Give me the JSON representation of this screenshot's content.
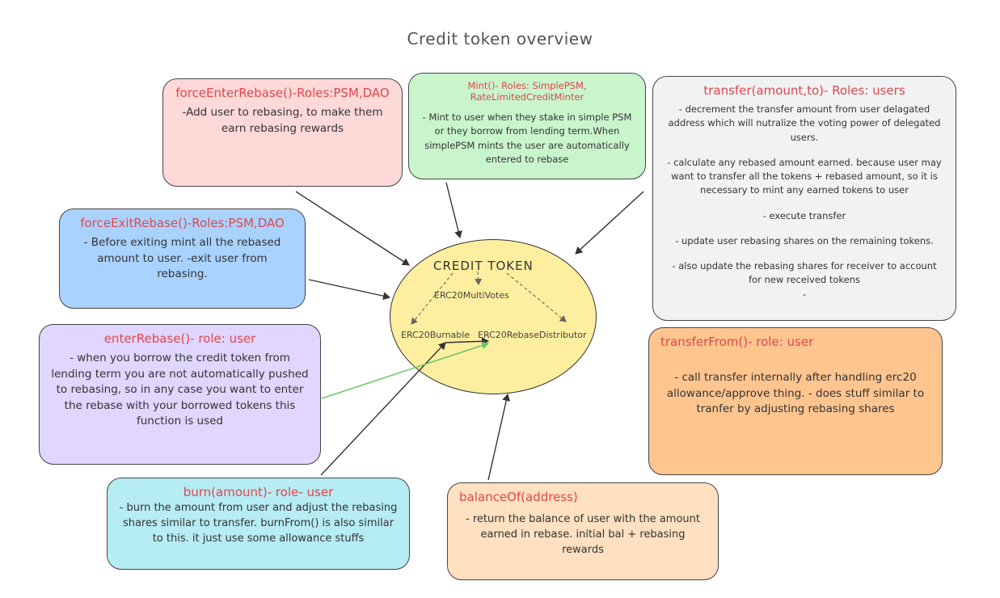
{
  "title": "Credit token overview",
  "boxes": {
    "force_enter": {
      "head": "forceEnterRebase()-Roles:PSM,DAO",
      "body": "-Add user to rebasing, to make them earn rebasing rewards"
    },
    "mint": {
      "head": "Mint()- Roles: SimplePSM, RateLimitedCreditMinter",
      "body": "- Mint to user when they stake in simple PSM or they borrow from lending term.When simplePSM mints the user are automatically entered to rebase"
    },
    "transfer": {
      "head": "transfer(amount,to)- Roles: users",
      "p1": "- decrement the transfer amount from user delagated address which will nutralize the voting power of delegated users.",
      "p2": "- calculate any rebased amount earned. because user may want to transfer all the tokens + rebased amount, so it is necessary to mint any earned tokens to user",
      "p3": "- execute transfer",
      "p4": "- update user rebasing shares on the remaining tokens.",
      "p5": "- also update the rebasing shares for receiver to account for new received tokens",
      "p6": "-"
    },
    "force_exit": {
      "head": "forceExitRebase()-Roles:PSM,DAO",
      "body": "- Before exiting mint all the rebased amount to user. -exit user from rebasing."
    },
    "enter": {
      "head": "enterRebase()- role: user",
      "body": "- when you borrow the credit token from lending term you are not automatically pushed to rebasing, so in any case you want to enter the rebase with your borrowed tokens  this function is used"
    },
    "transfer_from": {
      "head": "transferFrom()-   role: user",
      "body": "- call transfer internally after handling erc20 allowance/approve thing. - does  stuff similar to tranfer by adjusting rebasing shares"
    },
    "burn": {
      "head": "burn(amount)- role- user",
      "body": "- burn the amount from user and adjust the rebasing shares similar to transfer. burnFrom() is also similar to this. it just use some allowance stuffs"
    },
    "balance": {
      "head": "balanceOf(address)",
      "body": "- return the balance of user with the amount earned in rebase. initial bal + rebasing rewards"
    }
  },
  "credit": {
    "title": "CREDIT TOKEN",
    "multivotes": "ERC20MultiVotes",
    "burnable": "ERC20Burnable",
    "rebase": "ERC20RebaseDistributor"
  }
}
